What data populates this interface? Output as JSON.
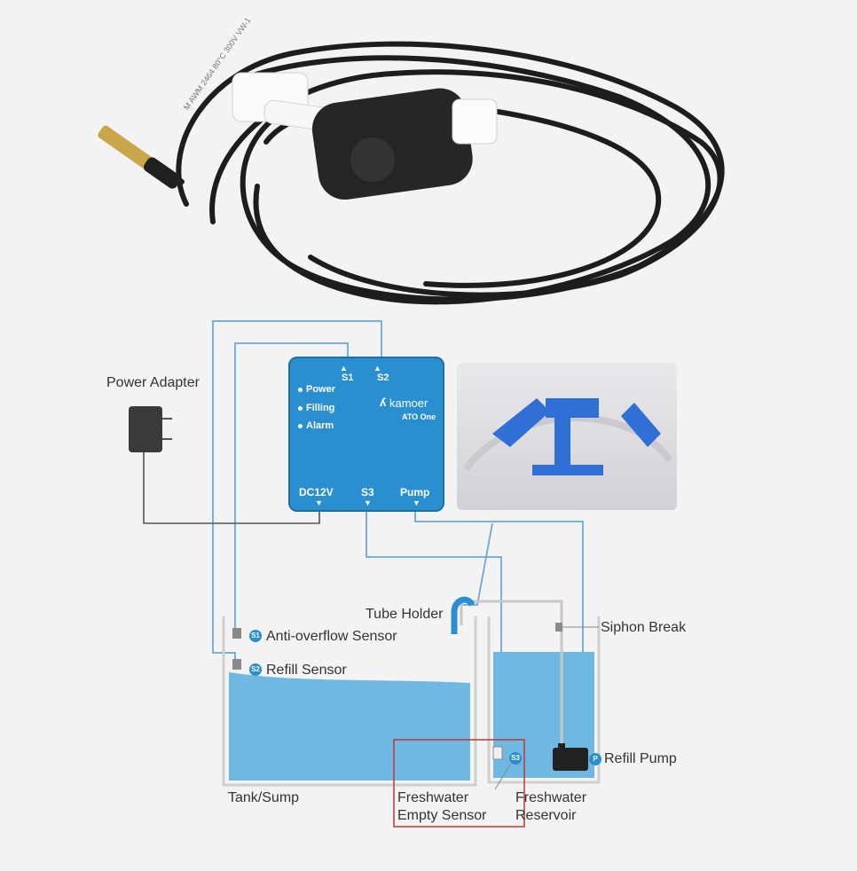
{
  "controller": {
    "brand": "kamoer",
    "model": "ATO One",
    "ports_top": [
      "S1",
      "S2"
    ],
    "indicators": [
      "Power",
      "Filling",
      "Alarm"
    ],
    "ports_bottom": [
      "DC12V",
      "S3",
      "Pump"
    ]
  },
  "labels": {
    "power_adapter": "Power Adapter",
    "tube_holder": "Tube Holder",
    "siphon_break": "Siphon Break",
    "anti_overflow_sensor": "Anti-overflow Sensor",
    "refill_sensor": "Refill Sensor",
    "refill_pump": "Refill Pump",
    "tank_sump": "Tank/Sump",
    "freshwater_empty_sensor_line1": "Freshwater",
    "freshwater_empty_sensor_line2": "Empty Sensor",
    "freshwater_reservoir_line1": "Freshwater",
    "freshwater_reservoir_line2": "Reservoir"
  },
  "badges": {
    "s1": "S1",
    "s2": "S2",
    "s3": "S3",
    "pump": "P"
  },
  "colors": {
    "brand_blue": "#2a8fd0",
    "water": "#6fb8e2",
    "wire": "#1d1d1d",
    "highlight_box": "#c0392b"
  },
  "cable_print": "M AWM 2464 80°C 300V VW-1"
}
